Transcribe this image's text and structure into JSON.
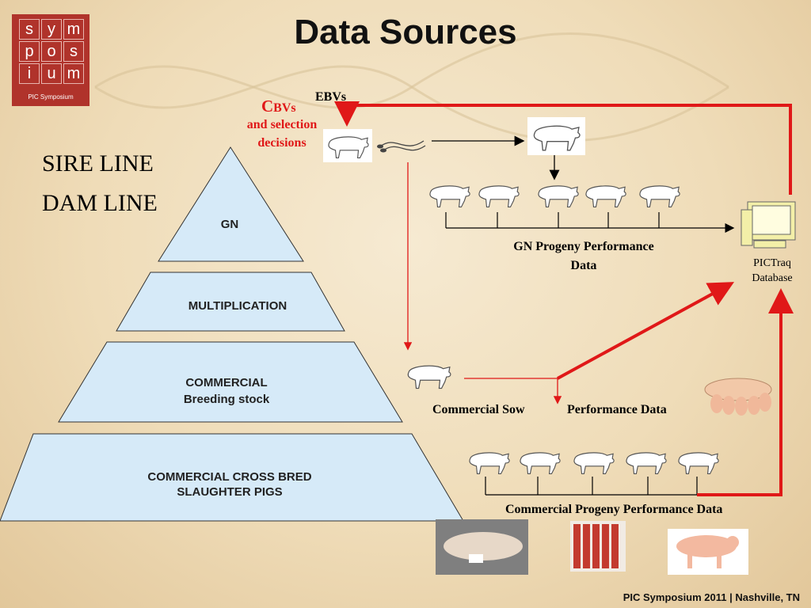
{
  "title": "Data Sources",
  "logo": {
    "letters": [
      "s",
      "y",
      "m",
      "p",
      "o",
      "s",
      "i",
      "u",
      "m"
    ],
    "caption": "PIC Symposium"
  },
  "lines": {
    "sire": "SIRE LINE",
    "dam": "DAM LINE"
  },
  "pyramid": {
    "gn": "GN",
    "multiplication": "MULTIPLICATION",
    "commercial_line1": "COMMERCIAL",
    "commercial_line2": "Breeding stock",
    "slaughter_line1": "COMMERCIAL CROSS BRED",
    "slaughter_line2": "SLAUGHTER PIGS"
  },
  "labels": {
    "ebvs": "EBVs",
    "cbvs_c": "C",
    "cbvs_rest": "BVs",
    "selection_line1": "and selection",
    "selection_line2": "decisions",
    "gn_progeny_line1": "GN Progeny Performance",
    "gn_progeny_line2": "Data",
    "pictraq_line1": "PICTraq",
    "pictraq_line2": "Database",
    "commercial_sow": "Commercial Sow",
    "performance_data": "Performance Data",
    "commercial_progeny": "Commercial Progeny Performance Data"
  },
  "colors": {
    "pyramid_fill": "#d6eaf8",
    "arrow_red": "#e01818",
    "logo_red": "#b0332b"
  },
  "footer": "PIC Symposium 2011 | Nashville, TN"
}
